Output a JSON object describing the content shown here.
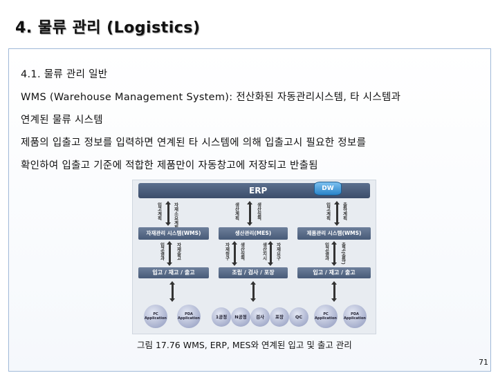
{
  "title": "4. 물류 관리 (Logistics)",
  "lines": [
    "4.1. 물류 관리 일반",
    "WMS (Warehouse Management System): 전산화된 자동관리시스템, 타 시스템과",
    "연계된 물류 시스템",
    "제품의 입출고 정보를 입력하면 연계된 타 시스템에 의해 입출고시 필요한 정보를",
    "확인하여 입출고 기준에 적합한 제품만이 자동창고에 저장되고 반출됨"
  ],
  "figure": {
    "erp": "ERP",
    "dw": "DW",
    "systems": [
      "자재관리 시스템(WMS)",
      "생산관리(MES)",
      "제품관리 시스템(WMS)"
    ],
    "io_bars": [
      "입고 / 재고 / 출고",
      "조립 / 검사 / 포장",
      "입고 / 재고 / 출고"
    ],
    "vlabels_top": [
      "입고계획",
      "자재소요계획",
      "생산계획",
      "생산실적",
      "입고계획",
      "출하계획"
    ],
    "vlabels_mid": [
      "입고결과",
      "자재출고",
      "자재청구",
      "생산실적",
      "생산지시",
      "자재요구",
      "입고결과",
      "출고(출하)"
    ],
    "nodes_left": [
      "PC",
      "Application",
      "PDA",
      "Application"
    ],
    "nodes_mid": [
      "1공정",
      "N공정",
      "검사",
      "포장",
      "QC"
    ],
    "nodes_right": [
      "PC",
      "Application",
      "PDA",
      "Application"
    ]
  },
  "caption": "그림 17.76  WMS, ERP, MES와 연계된 입고 및 출고 관리",
  "page_number": "71"
}
